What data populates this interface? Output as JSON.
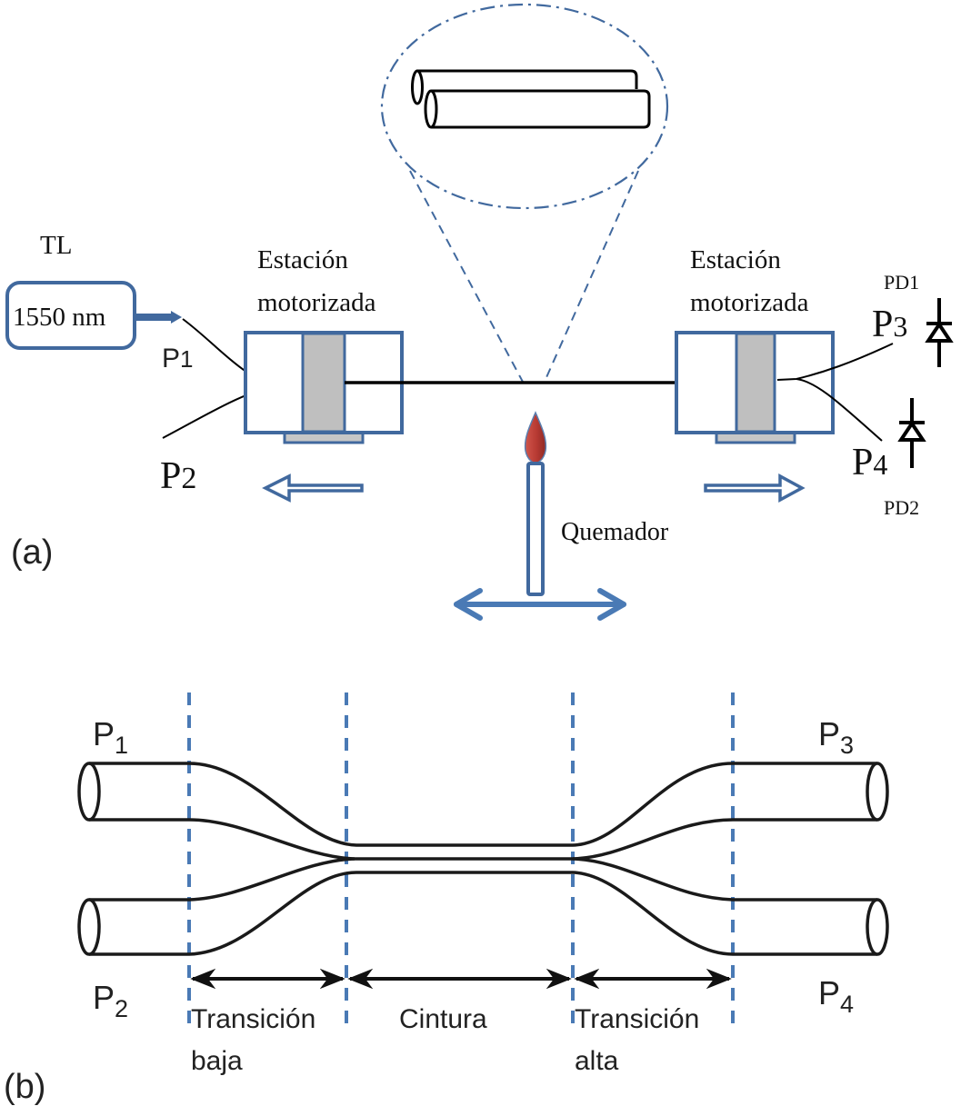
{
  "panel_a": {
    "label": "(a)",
    "laser": {
      "name": "TL",
      "wavelength": "1550 nm"
    },
    "stations": [
      {
        "line1": "Estación",
        "line2": "motorizada",
        "direction": "left"
      },
      {
        "line1": "Estación",
        "line2": "motorizada",
        "direction": "right"
      }
    ],
    "ports": {
      "p1": {
        "base": "P",
        "sub": "1"
      },
      "p2": {
        "base": "P",
        "sub": "2"
      },
      "p3": {
        "base": "P",
        "sub": "3"
      },
      "p4": {
        "base": "P",
        "sub": "4"
      }
    },
    "detectors": [
      "PD1",
      "PD2"
    ],
    "burner_label": "Quemador",
    "colors": {
      "outline": "#41699e",
      "clamp": "#bfbfbf",
      "flame": "#c0433b",
      "fiber": "#000000"
    }
  },
  "panel_b": {
    "label": "(b)",
    "ports": {
      "p1": {
        "base": "P",
        "sub": "1"
      },
      "p2": {
        "base": "P",
        "sub": "2"
      },
      "p3": {
        "base": "P",
        "sub": "3"
      },
      "p4": {
        "base": "P",
        "sub": "4"
      }
    },
    "regions": [
      {
        "line1": "Transición",
        "line2": "baja"
      },
      {
        "line1": "Cintura",
        "line2": ""
      },
      {
        "line1": "Transición",
        "line2": "alta"
      }
    ],
    "colors": {
      "boundary": "#4a7ab5",
      "fiber": "#1a1a1a"
    }
  }
}
